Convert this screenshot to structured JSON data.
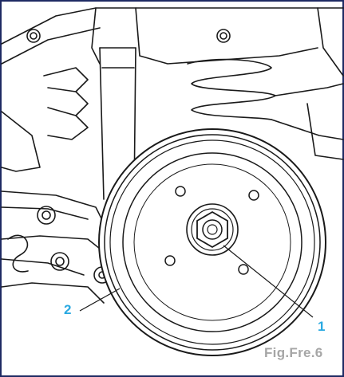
{
  "diagram": {
    "callouts": [
      {
        "id": "1",
        "text": "1"
      },
      {
        "id": "2",
        "text": "2"
      }
    ],
    "caption": "Fig.Fre.6"
  },
  "colors": {
    "line": "#1a1a1a",
    "frame": "#1e2a63",
    "callout": "#29a9e1",
    "caption": "#a6a6a6",
    "background": "#ffffff"
  }
}
